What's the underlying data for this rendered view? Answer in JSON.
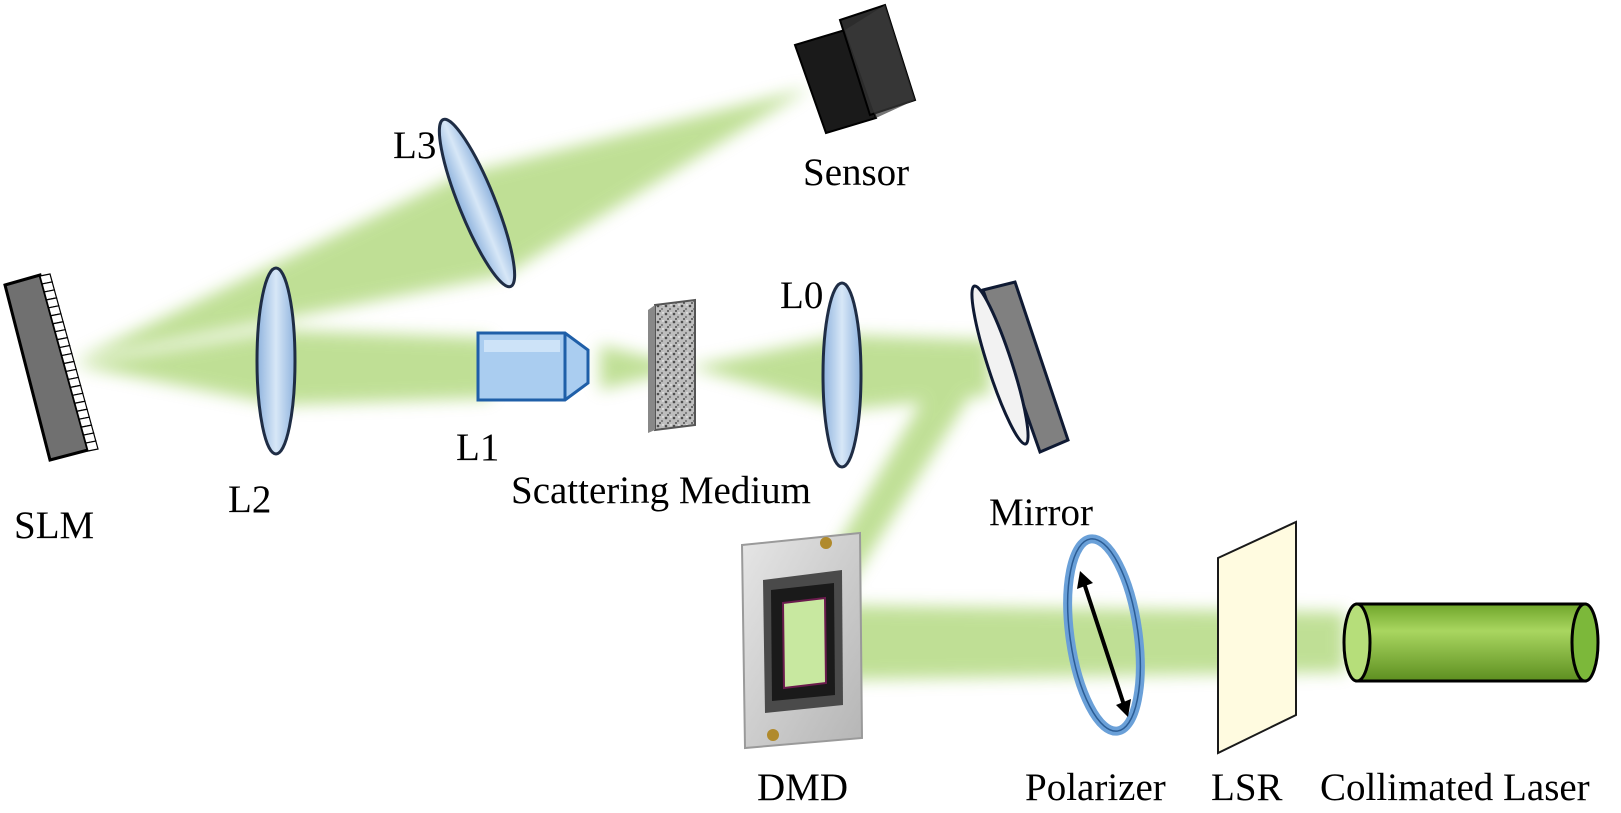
{
  "labels": {
    "slm": "SLM",
    "l2": "L2",
    "l3": "L3",
    "l1": "L1",
    "l0": "L0",
    "sensor": "Sensor",
    "scattering_medium": "Scattering Medium",
    "mirror": "Mirror",
    "dmd": "DMD",
    "polarizer": "Polarizer",
    "lsr": "LSR",
    "collimated_laser": "Collimated Laser"
  },
  "colors": {
    "beam": "#8cc63f",
    "lens_fill": "#a9c8ea",
    "lens_stroke": "#1f2d45",
    "laser_body": "#8dc63f",
    "polarizer_ring": "#6aa0d8",
    "lsr_fill": "#fffbe0",
    "objective_fill": "#aacdf0",
    "mirror_fill": "#808080"
  }
}
